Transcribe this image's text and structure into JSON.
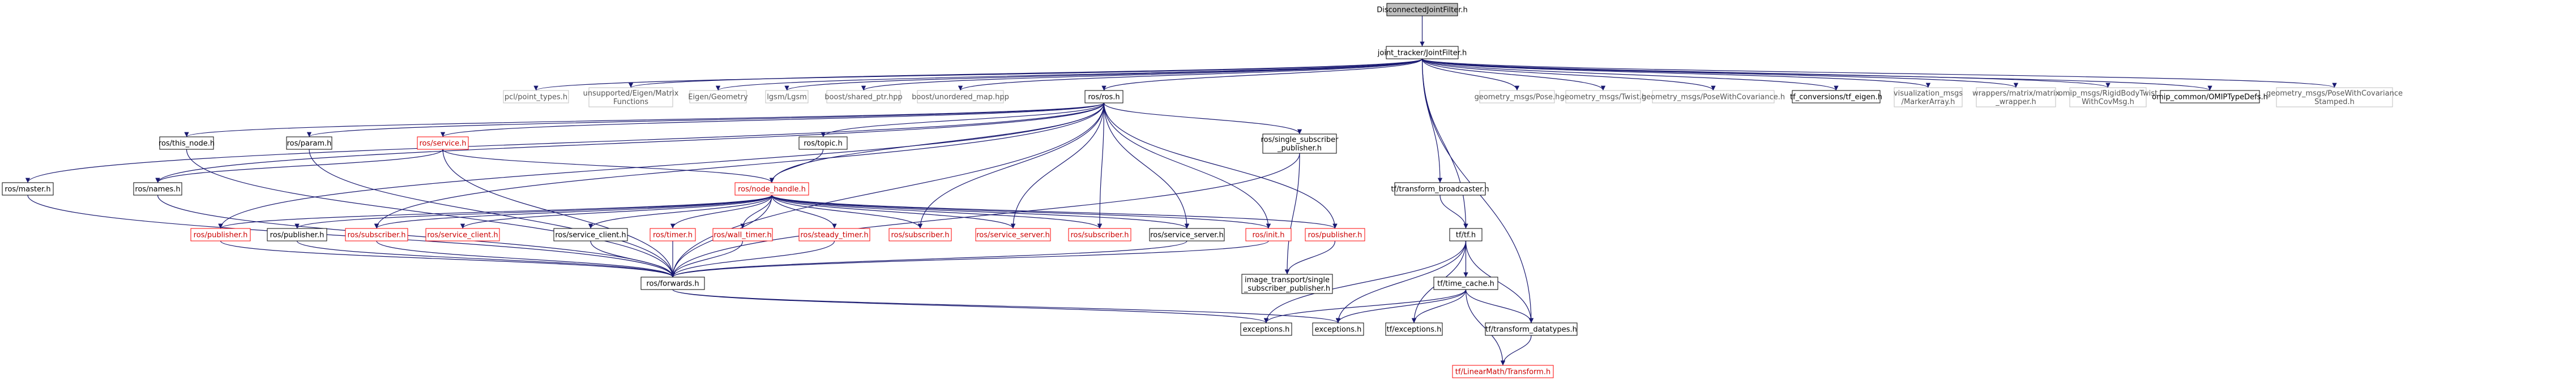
{
  "nodes": {
    "disconnected": {
      "label": "DisconnectedJointFilter.h",
      "kind": "root"
    },
    "joint_filter": {
      "label": "joint_tracker/JointFilter.h",
      "kind": "normal"
    },
    "pcl_point_types": {
      "label": "pcl/point_types.h",
      "kind": "external"
    },
    "eigen_matrix_functions": {
      "lines": [
        "unsupported/Eigen/Matrix",
        "Functions"
      ],
      "kind": "external"
    },
    "eigen_geometry": {
      "label": "Eigen/Geometry",
      "kind": "external"
    },
    "lgsm": {
      "label": "lgsm/Lgsm",
      "kind": "external"
    },
    "shared_ptr": {
      "label": "boost/shared_ptr.hpp",
      "kind": "external"
    },
    "unordered_map": {
      "label": "boost/unordered_map.hpp",
      "kind": "external"
    },
    "ros_ros": {
      "label": "ros/ros.h",
      "kind": "normal"
    },
    "geometry_pose": {
      "label": "geometry_msgs/Pose.h",
      "kind": "external"
    },
    "geometry_twist": {
      "label": "geometry_msgs/Twist.h",
      "kind": "external"
    },
    "geometry_pose_cov": {
      "label": "geometry_msgs/PoseWithCovariance.h",
      "kind": "external"
    },
    "tf_conversions": {
      "label": "tf_conversions/tf_eigen.h",
      "kind": "normal"
    },
    "visualization_marker": {
      "lines": [
        "visualization_msgs",
        "/MarkerArray.h"
      ],
      "kind": "external"
    },
    "wrappers_matrix": {
      "lines": [
        "wrappers/matrix/matrix",
        "_wrapper.h"
      ],
      "kind": "external"
    },
    "omip_rigid_body": {
      "lines": [
        "omip_msgs/RigidBodyTwist",
        "WithCovMsg.h"
      ],
      "kind": "external"
    },
    "omip_typedefs": {
      "label": "omip_common/OMIPTypeDefs.h",
      "kind": "normal"
    },
    "geometry_pose_cov_stamped": {
      "lines": [
        "geometry_msgs/PoseWithCovariance",
        "Stamped.h"
      ],
      "kind": "external"
    },
    "ros_master": {
      "label": "ros/master.h",
      "kind": "normal"
    },
    "ros_this_node": {
      "label": "ros/this_node.h",
      "kind": "normal"
    },
    "ros_param": {
      "label": "ros/param.h",
      "kind": "normal"
    },
    "ros_service": {
      "label": "ros/service.h",
      "kind": "red"
    },
    "ros_names": {
      "label": "ros/names.h",
      "kind": "normal"
    },
    "ros_topic": {
      "label": "ros/topic.h",
      "kind": "normal"
    },
    "ros_single_sub_pub": {
      "lines": [
        "ros/single_subscriber",
        "_publisher.h"
      ],
      "kind": "normal"
    },
    "ros_node_handle": {
      "label": "ros/node_handle.h",
      "kind": "red"
    },
    "tf_broadcaster": {
      "label": "tf/transform_broadcaster.h",
      "kind": "normal"
    },
    "tf_tf": {
      "label": "tf/tf.h",
      "kind": "normal"
    },
    "nh_publisher_red": {
      "label": "ros/publisher.h",
      "kind": "red"
    },
    "nh_publisher": {
      "label": "ros/publisher.h",
      "kind": "normal"
    },
    "nh_subscriber_red": {
      "label": "ros/subscriber.h",
      "kind": "red"
    },
    "nh_service_client_red": {
      "label": "ros/service_client.h",
      "kind": "red"
    },
    "nh_service_client": {
      "label": "ros/service_client.h",
      "kind": "normal"
    },
    "nh_timer": {
      "label": "ros/timer.h",
      "kind": "red"
    },
    "nh_wall_timer": {
      "label": "ros/wall_timer.h",
      "kind": "red"
    },
    "nh_steady_timer": {
      "label": "ros/steady_timer.h",
      "kind": "red"
    },
    "nh_subscriber_red2": {
      "label": "ros/subscriber.h",
      "kind": "red"
    },
    "nh_service_server_red": {
      "label": "ros/service_server.h",
      "kind": "red"
    },
    "nh_subscriber_red3": {
      "label": "ros/subscriber.h",
      "kind": "red"
    },
    "nh_service_server": {
      "label": "ros/service_server.h",
      "kind": "normal"
    },
    "ros_init": {
      "label": "ros/init.h",
      "kind": "red"
    },
    "ros_publisher_red4": {
      "label": "ros/publisher.h",
      "kind": "red"
    },
    "image_transport": {
      "lines": [
        "image_transport/single",
        "_subscriber_publisher.h"
      ],
      "kind": "normal"
    },
    "ros_forwards": {
      "label": "ros/forwards.h",
      "kind": "normal"
    },
    "tf_time_cache": {
      "label": "tf/time_cache.h",
      "kind": "normal"
    },
    "exceptions_a": {
      "label": "exceptions.h",
      "kind": "normal"
    },
    "exceptions_b": {
      "label": "exceptions.h",
      "kind": "normal"
    },
    "tf_exceptions": {
      "label": "tf/exceptions.h",
      "kind": "normal"
    },
    "tf_transform_datatypes": {
      "label": "tf/transform_datatypes.h",
      "kind": "normal"
    },
    "linear_math_transform": {
      "label": "tf/LinearMath/Transform.h",
      "kind": "red"
    }
  },
  "edges": [
    [
      "disconnected",
      "joint_filter"
    ],
    [
      "joint_filter",
      "pcl_point_types"
    ],
    [
      "joint_filter",
      "eigen_matrix_functions"
    ],
    [
      "joint_filter",
      "eigen_geometry"
    ],
    [
      "joint_filter",
      "lgsm"
    ],
    [
      "joint_filter",
      "shared_ptr"
    ],
    [
      "joint_filter",
      "unordered_map"
    ],
    [
      "joint_filter",
      "ros_ros"
    ],
    [
      "joint_filter",
      "geometry_pose"
    ],
    [
      "joint_filter",
      "geometry_twist"
    ],
    [
      "joint_filter",
      "geometry_pose_cov"
    ],
    [
      "joint_filter",
      "tf_conversions"
    ],
    [
      "joint_filter",
      "visualization_marker"
    ],
    [
      "joint_filter",
      "wrappers_matrix"
    ],
    [
      "joint_filter",
      "omip_rigid_body"
    ],
    [
      "joint_filter",
      "omip_typedefs"
    ],
    [
      "joint_filter",
      "geometry_pose_cov_stamped"
    ],
    [
      "joint_filter",
      "tf_broadcaster"
    ],
    [
      "joint_filter",
      "tf_tf"
    ],
    [
      "joint_filter",
      "tf_transform_datatypes"
    ],
    [
      "ros_ros",
      "ros_master"
    ],
    [
      "ros_ros",
      "ros_this_node"
    ],
    [
      "ros_ros",
      "ros_param"
    ],
    [
      "ros_ros",
      "ros_service"
    ],
    [
      "ros_ros",
      "ros_names"
    ],
    [
      "ros_ros",
      "ros_topic"
    ],
    [
      "ros_ros",
      "ros_single_sub_pub"
    ],
    [
      "ros_ros",
      "ros_node_handle"
    ],
    [
      "ros_ros",
      "nh_publisher_red"
    ],
    [
      "ros_ros",
      "nh_subscriber_red"
    ],
    [
      "ros_ros",
      "nh_subscriber_red2"
    ],
    [
      "ros_ros",
      "nh_service_server_red"
    ],
    [
      "ros_ros",
      "nh_subscriber_red3"
    ],
    [
      "ros_ros",
      "nh_service_server"
    ],
    [
      "ros_ros",
      "ros_init"
    ],
    [
      "ros_ros",
      "ros_publisher_red4"
    ],
    [
      "ros_ros",
      "ros_forwards"
    ],
    [
      "ros_service",
      "ros_node_handle"
    ],
    [
      "ros_service",
      "ros_names"
    ],
    [
      "ros_service",
      "ros_forwards"
    ],
    [
      "ros_topic",
      "ros_node_handle"
    ],
    [
      "ros_single_sub_pub",
      "image_transport"
    ],
    [
      "ros_single_sub_pub",
      "ros_forwards"
    ],
    [
      "ros_node_handle",
      "nh_publisher_red"
    ],
    [
      "ros_node_handle",
      "nh_publisher"
    ],
    [
      "ros_node_handle",
      "nh_subscriber_red"
    ],
    [
      "ros_node_handle",
      "nh_service_client_red"
    ],
    [
      "ros_node_handle",
      "nh_service_client"
    ],
    [
      "ros_node_handle",
      "nh_timer"
    ],
    [
      "ros_node_handle",
      "nh_wall_timer"
    ],
    [
      "ros_node_handle",
      "nh_steady_timer"
    ],
    [
      "ros_node_handle",
      "nh_subscriber_red2"
    ],
    [
      "ros_node_handle",
      "nh_service_server_red"
    ],
    [
      "ros_node_handle",
      "nh_subscriber_red3"
    ],
    [
      "ros_node_handle",
      "nh_service_server"
    ],
    [
      "ros_node_handle",
      "ros_init"
    ],
    [
      "ros_node_handle",
      "ros_publisher_red4"
    ],
    [
      "ros_node_handle",
      "ros_forwards"
    ],
    [
      "ros_master",
      "ros_forwards"
    ],
    [
      "ros_this_node",
      "ros_forwards"
    ],
    [
      "ros_param",
      "ros_forwards"
    ],
    [
      "ros_names",
      "ros_forwards"
    ],
    [
      "nh_publisher_red",
      "ros_forwards"
    ],
    [
      "nh_publisher",
      "ros_forwards"
    ],
    [
      "nh_subscriber_red",
      "ros_forwards"
    ],
    [
      "nh_service_client",
      "ros_forwards"
    ],
    [
      "nh_timer",
      "ros_forwards"
    ],
    [
      "nh_wall_timer",
      "ros_forwards"
    ],
    [
      "nh_steady_timer",
      "ros_forwards"
    ],
    [
      "nh_service_server",
      "ros_forwards"
    ],
    [
      "ros_init",
      "ros_forwards"
    ],
    [
      "ros_publisher_red4",
      "image_transport"
    ],
    [
      "ros_forwards",
      "exceptions_a"
    ],
    [
      "ros_forwards",
      "exceptions_b"
    ],
    [
      "tf_broadcaster",
      "tf_tf"
    ],
    [
      "tf_tf",
      "tf_time_cache"
    ],
    [
      "tf_tf",
      "exceptions_a"
    ],
    [
      "tf_tf",
      "exceptions_b"
    ],
    [
      "tf_tf",
      "tf_exceptions"
    ],
    [
      "tf_tf",
      "tf_transform_datatypes"
    ],
    [
      "tf_time_cache",
      "exceptions_a"
    ],
    [
      "tf_time_cache",
      "exceptions_b"
    ],
    [
      "tf_time_cache",
      "tf_exceptions"
    ],
    [
      "tf_time_cache",
      "tf_transform_datatypes"
    ],
    [
      "tf_time_cache",
      "linear_math_transform"
    ],
    [
      "tf_transform_datatypes",
      "linear_math_transform"
    ]
  ],
  "colors": {
    "edge": "#191970",
    "normal_border": "#000000",
    "normal_text": "#000000",
    "external_border": "#bfbfbf",
    "external_text": "#555555",
    "red_border": "#ff0000",
    "red_text": "#cc0000",
    "root_fill": "#bfbfbf",
    "node_fill": "#ffffff"
  }
}
